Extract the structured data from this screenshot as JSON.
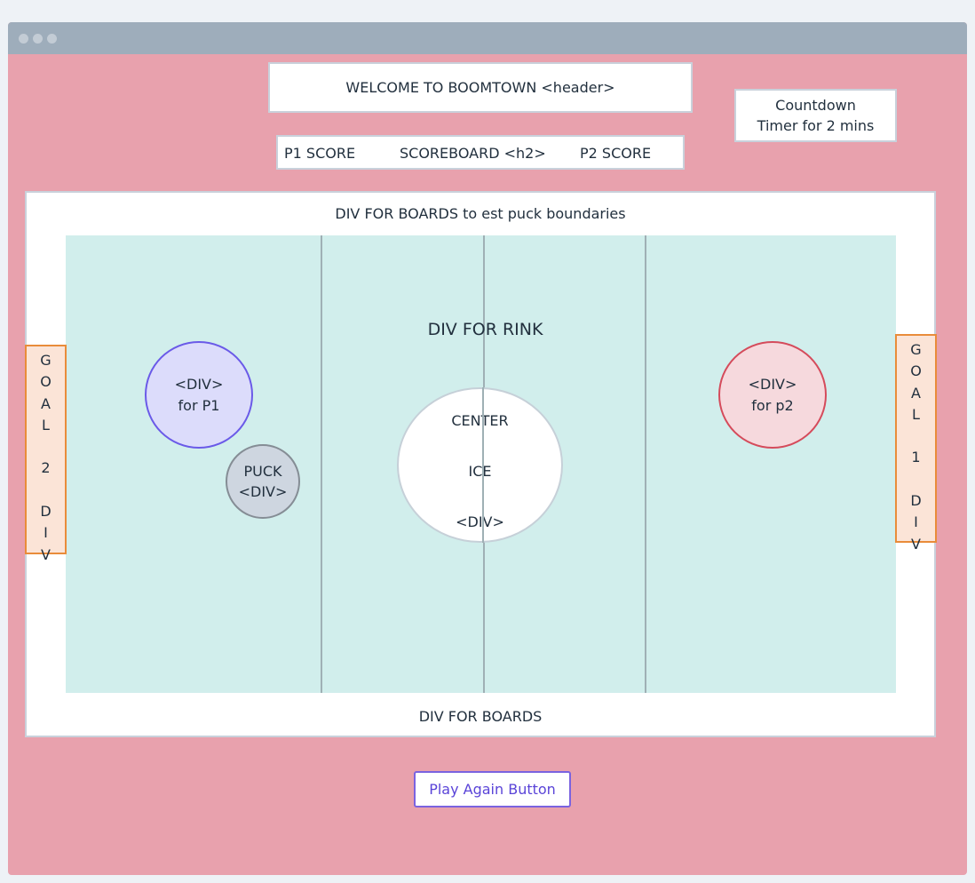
{
  "header": {
    "title": "WELCOME TO BOOMTOWN <header>"
  },
  "timer": {
    "line1": "Countdown",
    "line2": "Timer for 2 mins"
  },
  "scoreboard": {
    "p1": "P1 SCORE",
    "title": "SCOREBOARD <h2>",
    "p2": "P2 SCORE"
  },
  "boards": {
    "top_label": "DIV FOR BOARDS to est puck boundaries",
    "bottom_label": "DIV FOR BOARDS"
  },
  "rink": {
    "label": "DIV FOR RINK"
  },
  "center_ice": {
    "line1": "CENTER",
    "line2": "ICE",
    "line3": "<DIV>"
  },
  "player1": {
    "line1": "<DIV>",
    "line2": "for P1"
  },
  "player2": {
    "line1": "<DIV>",
    "line2": "for p2"
  },
  "puck": {
    "line1": "PUCK",
    "line2": "<DIV>"
  },
  "goal_left": {
    "text": "G\nO\nA\nL\n\n2\n\nD\nI\nV"
  },
  "goal_right": {
    "text": "G\nO\nA\nL\n\n1\n\nD\nI\nV"
  },
  "play_again": {
    "label": "Play Again Button"
  },
  "colors": {
    "background": "#e8a1ad",
    "titlebar": "#9eadbb",
    "rink": "#d1eeec",
    "player1_fill": "#dcdcfb",
    "player1_border": "#6a5ae8",
    "player2_fill": "#f6d9dd",
    "player2_border": "#d54b5b",
    "puck_fill": "#ced6e0",
    "goal_fill": "#fbe4d7",
    "goal_border": "#e98c3a",
    "button_accent": "#5a44d8"
  }
}
